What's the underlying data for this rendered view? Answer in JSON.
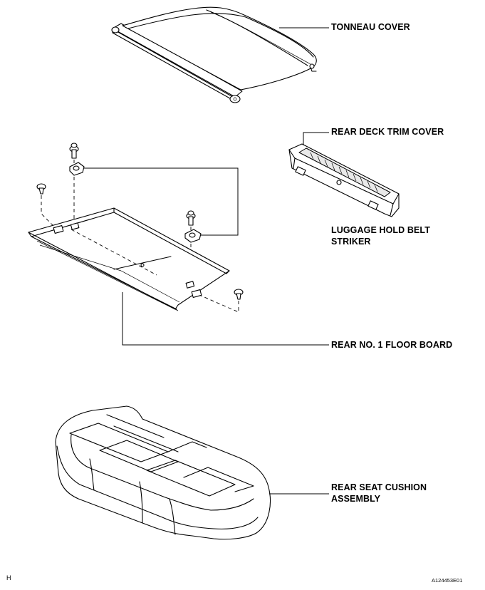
{
  "labels": {
    "tonneau_cover": "TONNEAU COVER",
    "rear_deck_trim_cover": "REAR DECK TRIM COVER",
    "luggage_hold_belt_striker_line1": "LUGGAGE HOLD BELT",
    "luggage_hold_belt_striker_line2": "STRIKER",
    "rear_no1_floor_board": "REAR NO. 1 FLOOR BOARD",
    "rear_seat_cushion_line1": "REAR SEAT CUSHION",
    "rear_seat_cushion_line2": "ASSEMBLY"
  },
  "footer": {
    "left_mark": "H",
    "figure_code": "A124453E01"
  }
}
